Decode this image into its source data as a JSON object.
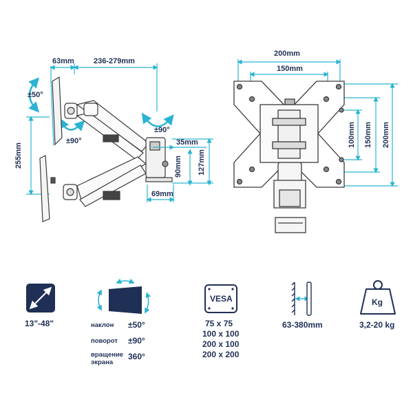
{
  "side_view": {
    "dim_63": "63mm",
    "dim_reach": "236-279mm",
    "dim_tilt": "±50°",
    "dim_rot_left": "±90°",
    "dim_rot_arm": "±90°",
    "dim_255": "255mm",
    "dim_35": "35mm",
    "dim_90": "90mm",
    "dim_127": "127mm",
    "dim_69": "69mm"
  },
  "front_view": {
    "dim_200_top": "200mm",
    "dim_150_top": "150mm",
    "dim_100_side": "100mm",
    "dim_150_side": "150mm",
    "dim_200_side": "200mm"
  },
  "features": {
    "screen_size": "13\"-48\"",
    "tilt_label": "наклон",
    "tilt_value": "±50°",
    "swivel_label": "поворот",
    "swivel_value": "±90°",
    "rotation_label_1": "вращение",
    "rotation_label_2": "экрана",
    "rotation_value": "360°",
    "vesa_badge": "VESA",
    "vesa_1": "75 x 75",
    "vesa_2": "100 x 100",
    "vesa_3": "200 x 100",
    "vesa_4": "200 x 200",
    "wall_distance": "63-380mm",
    "weight_badge": "Kg",
    "weight": "3,2-20 kg"
  },
  "colors": {
    "accent": "#2bb3d3",
    "text": "#1f2f55",
    "line": "#3a3a3a"
  }
}
